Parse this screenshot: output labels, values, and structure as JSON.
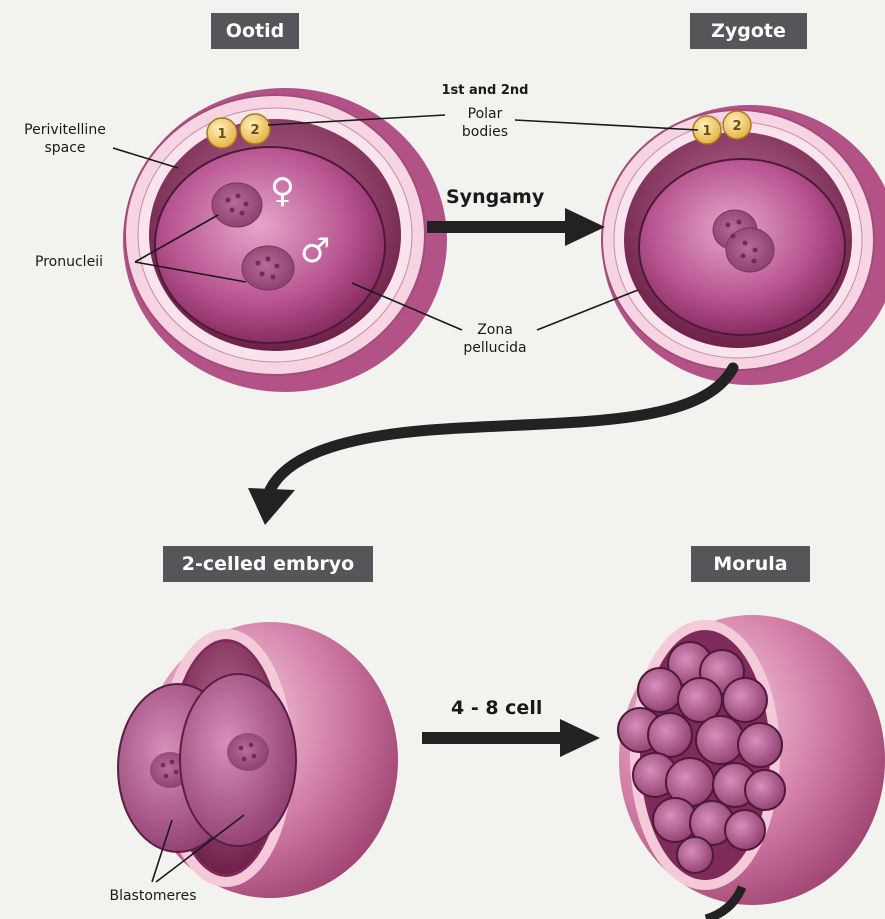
{
  "stages": {
    "ootid": "Ootid",
    "zygote": "Zygote",
    "two_cell": "2-celled embryo",
    "morula": "Morula"
  },
  "labels": {
    "polar_bodies_line1": "1st and 2nd",
    "polar_bodies_line2": "Polar",
    "polar_bodies_line3": "bodies",
    "perivitelline_line1": "Perivitelline",
    "perivitelline_line2": "space",
    "pronucleii": "Pronucleii",
    "zona_line1": "Zona",
    "zona_line2": "pellucida",
    "blastomeres": "Blastomeres"
  },
  "processes": {
    "syngamy": "Syngamy",
    "cell_stage": "4 - 8 cell"
  },
  "polar_body_numbers": [
    "1",
    "2"
  ],
  "symbols": {
    "female": "♀",
    "male": "♂"
  },
  "colors": {
    "title_bg": "#55565a",
    "zona": "#f4c9d8",
    "cell_dark": "#8c2e62",
    "cell_light": "#d489b5",
    "polar_body": "#f4d27a",
    "arrow": "#222222"
  }
}
